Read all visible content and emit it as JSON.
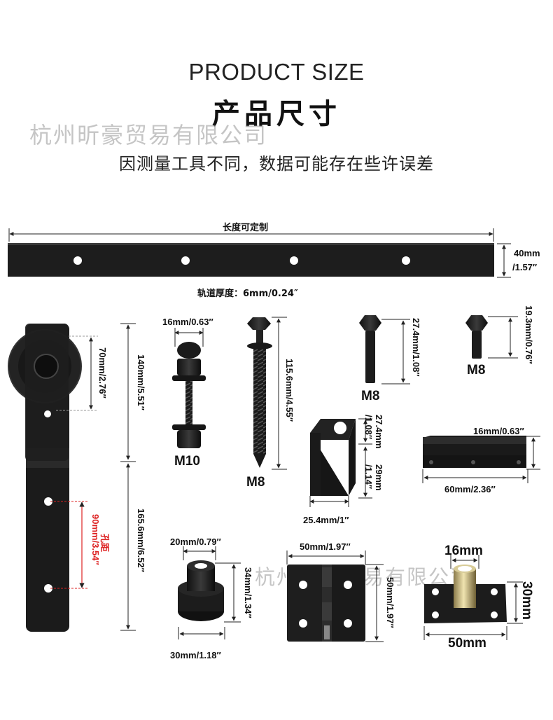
{
  "header": {
    "title_en": "PRODUCT SIZE",
    "title_cn": "产品尺寸",
    "note": "因测量工具不同，数据可能存在些许误差"
  },
  "watermark": "杭州昕豪贸易有限公司",
  "rail": {
    "length_label": "长度可定制",
    "height_label_1": "40mm",
    "height_label_2": "/1.57″",
    "thickness_label": "轨道厚度：6mm/0.24″"
  },
  "hanger": {
    "wheel_label": "70mm/2.76″",
    "upper_label": "140mm/5.51″",
    "lower_label": "165.6mm/6.52″",
    "hole_label_1": "孔距",
    "hole_label_2": "90mm/3.54″"
  },
  "bolt_m10": {
    "dia_label": "16mm/0.63″",
    "name": "M10"
  },
  "lag_screw": {
    "len_label": "115.6mm/4.55″",
    "name": "M8"
  },
  "bolt_m8_long": {
    "len_label": "27.4mm/1.08″",
    "name": "M8"
  },
  "bolt_m8_short": {
    "len_label": "19.3mm/0.76″",
    "name": "M8"
  },
  "stopper": {
    "h1": "27.4mm",
    "h1b": "/1.08″",
    "h2": "29mm",
    "h2b": "/1.14″",
    "w": "25.4mm/1″"
  },
  "channel": {
    "w": "16mm/0.63″",
    "len": "60mm/2.36″"
  },
  "spacer": {
    "top": "20mm/0.79″",
    "h": "34mm/1.34″",
    "bottom": "30mm/1.18″"
  },
  "hinge": {
    "w": "50mm/1.97″",
    "h": "50mm/1.97″"
  },
  "guide": {
    "top": "16mm",
    "h": "30mm",
    "w": "50mm"
  }
}
